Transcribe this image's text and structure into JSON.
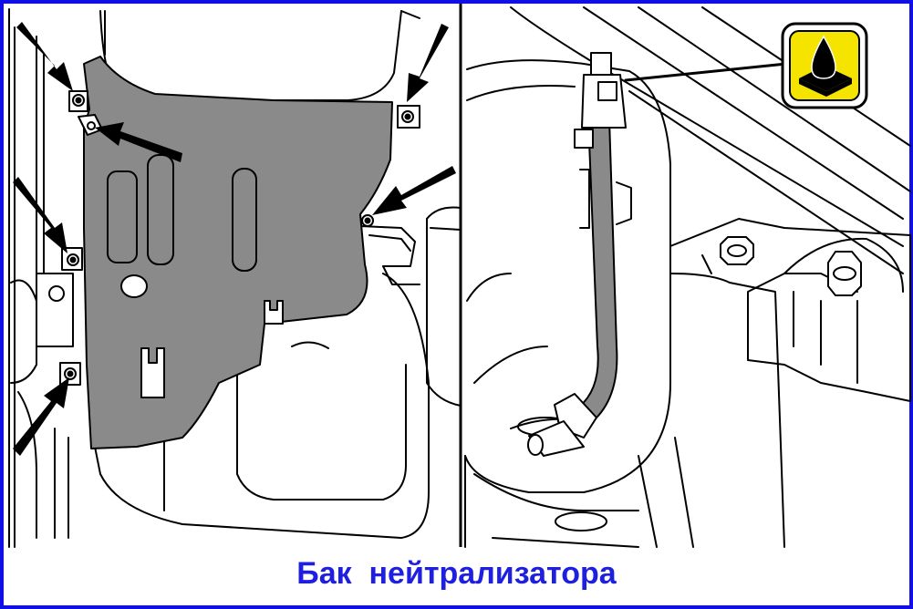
{
  "caption": "Бак  нейтрализатора",
  "colors": {
    "frame_border": "#1010e6",
    "caption_text": "#1f1fe0",
    "line": "#000000",
    "shield_fill": "#8a8a8a",
    "icon_background": "#f5e400",
    "background": "#ffffff"
  },
  "panels": {
    "left": {
      "arrow_count": 6,
      "subject": "tank-shield-fasteners"
    },
    "right": {
      "subject": "tank-filler-pipe",
      "icon": "fluid-drop-icon"
    }
  }
}
